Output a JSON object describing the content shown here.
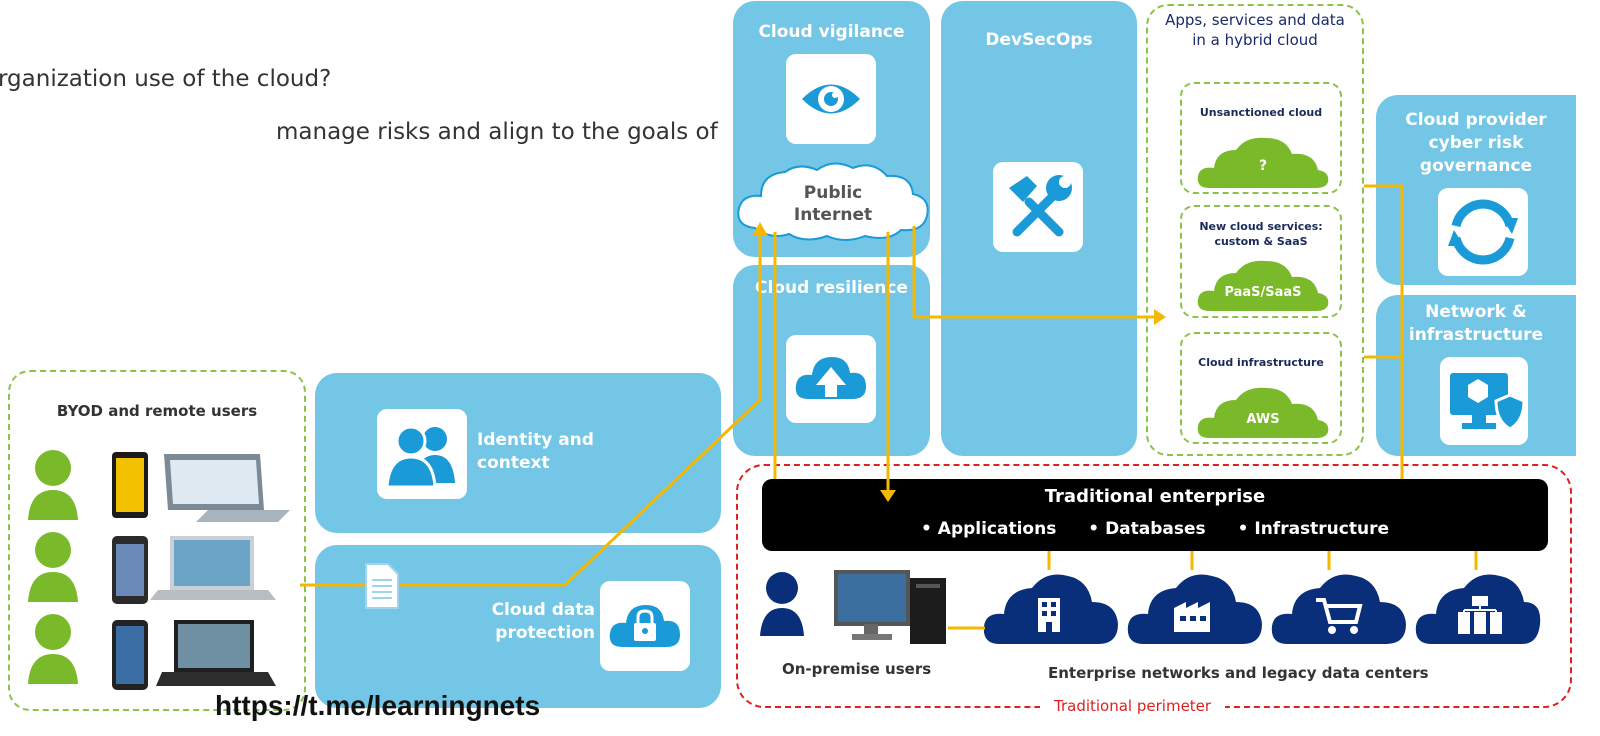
{
  "intro": {
    "line1": "rganization use of the cloud?",
    "line2": "manage risks and align to the goals of"
  },
  "boxes": {
    "cloud_vigilance": "Cloud vigilance",
    "devsecops": "DevSecOps",
    "cloud_resilience": "Cloud resilience",
    "identity_context": "Identity and context",
    "cloud_data_protection": "Cloud data protection",
    "cloud_provider": "Cloud provider cyber risk governance",
    "network_infra": "Network & infrastructure",
    "public_internet": "Public Internet"
  },
  "hybrid": {
    "title": "Apps, services and data in a hybrid cloud",
    "unsanctioned": {
      "label": "Unsanctioned cloud",
      "cloud_text": "?"
    },
    "new_services": {
      "label": "New cloud services: custom & SaaS",
      "cloud_text": "PaaS/SaaS"
    },
    "infrastructure": {
      "label": "Cloud infrastructure",
      "cloud_text": "AWS"
    }
  },
  "byod": {
    "label": "BYOD and remote users"
  },
  "enterprise": {
    "title": "Traditional enterprise",
    "bullets": [
      "Applications",
      "Databases",
      "Infrastructure"
    ],
    "on_premise": "On-premise users",
    "networks": "Enterprise networks and legacy data centers",
    "perimeter": "Traditional perimeter"
  },
  "watermark": "https://t.me/learningnets",
  "colors": {
    "box_blue": "#74c6e6",
    "icon_blue": "#1a9ad6",
    "green": "#7ab929",
    "navy": "#0a2f7a",
    "connector": "#f5b800",
    "perimeter_red": "#e02020"
  }
}
